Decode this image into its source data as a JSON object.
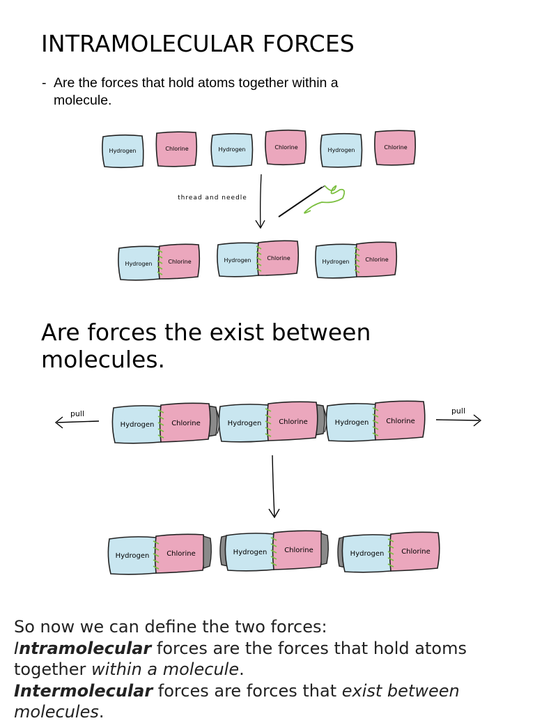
{
  "slide": {
    "title": "INTRAMOLECULAR FORCES",
    "bullet_dash": "-",
    "bullet_text": "Are the forces that hold atoms together within a molecule."
  },
  "diagram_top": {
    "labels": {
      "hydrogen": "Hydrogen",
      "chlorine": "Chlorine",
      "thread_and_needle": "thread and needle"
    },
    "colors": {
      "hydrogen": "#c9e6f0",
      "chlorine": "#eba7bd",
      "stitch": "#7bbf3f",
      "needle": "#111111"
    },
    "icons": [
      "needle-thread-icon",
      "arrow-down-icon"
    ]
  },
  "intermolecular": {
    "heading": "Are forces the exist between molecules."
  },
  "diagram_bottom": {
    "labels": {
      "pull_left": "pull",
      "pull_right": "pull",
      "hydrogen": "Hydrogen",
      "chlorine": "Chlorine"
    },
    "colors": {
      "bond": "#8a8a8a",
      "hydrogen": "#c9e6f0",
      "chlorine": "#eba7bd"
    },
    "icons": [
      "arrow-left-icon",
      "arrow-right-icon",
      "arrow-down-icon"
    ]
  },
  "summary": {
    "intro": "So now we can define the two forces:",
    "intra_first_letter": "I",
    "intra_rest": "ntramolecular",
    "intra_mid": " forces are the forces that hold atoms together ",
    "intra_italic": "within a molecule",
    "intra_end": ".",
    "inter_term": "Intermolecular",
    "inter_mid": " forces are forces that ",
    "inter_italic": "exist between molecules",
    "inter_end": "."
  }
}
